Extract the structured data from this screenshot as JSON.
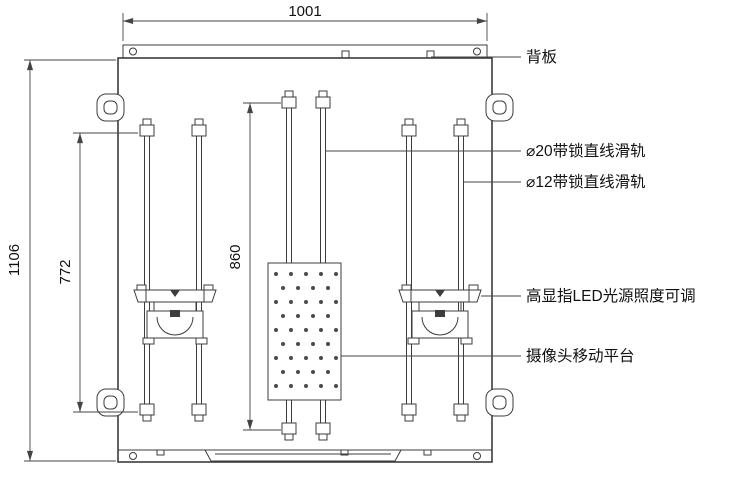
{
  "drawing": {
    "dimensions": {
      "top_width": "1001",
      "overall_height": "1106",
      "side_rail_span": "772",
      "center_rail_span": "860"
    },
    "callouts": {
      "back_panel": "背板",
      "rail_d20": "⌀20带锁直线滑轨",
      "rail_d12": "⌀12带锁直线滑轨",
      "led_light": "高显指LED光源照度可调",
      "camera_platform": "摄像头移动平台"
    },
    "colors": {
      "line": "#3c3c3c",
      "text": "#111111",
      "background": "#ffffff"
    }
  }
}
